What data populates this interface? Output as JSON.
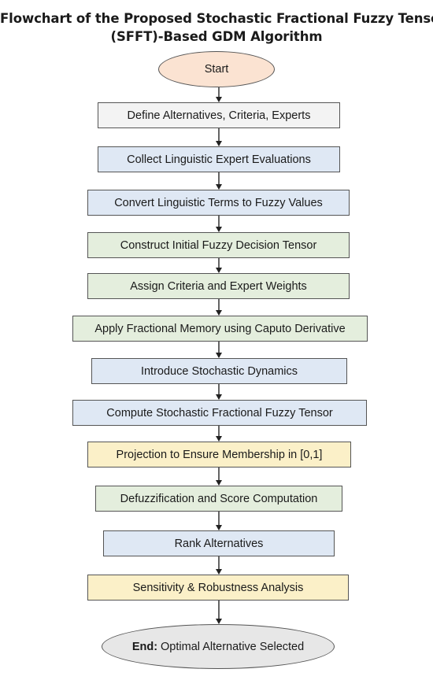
{
  "title": {
    "line1": "Flowchart of the Proposed Stochastic Fractional Fuzzy Tensor",
    "line2": "(SFFT)-Based GDM Algorithm"
  },
  "nodes": {
    "start": "Start",
    "step1": "Define Alternatives, Criteria, Experts",
    "step2": "Collect Linguistic Expert Evaluations",
    "step3": "Convert Linguistic Terms to Fuzzy Values",
    "step4": "Construct Initial Fuzzy Decision Tensor",
    "step5": "Assign Criteria and Expert Weights",
    "step6": "Apply Fractional Memory using Caputo Derivative",
    "step7": "Introduce Stochastic Dynamics",
    "step8": "Compute Stochastic Fractional Fuzzy Tensor",
    "step9": "Projection to Ensure Membership in [0,1]",
    "step10": "Defuzzification and Score Computation",
    "step11": "Rank Alternatives",
    "step12": "Sensitivity & Robustness Analysis",
    "end_label": "End:",
    "end_text": "Optimal Alternative Selected"
  },
  "colors": {
    "start": "#fbe3d2",
    "gray": "#f3f3f3",
    "blue": "#dfe8f4",
    "green": "#e4eedd",
    "yellow": "#fbf0c8",
    "end": "#e7e7e7",
    "arrow": "#222222"
  }
}
